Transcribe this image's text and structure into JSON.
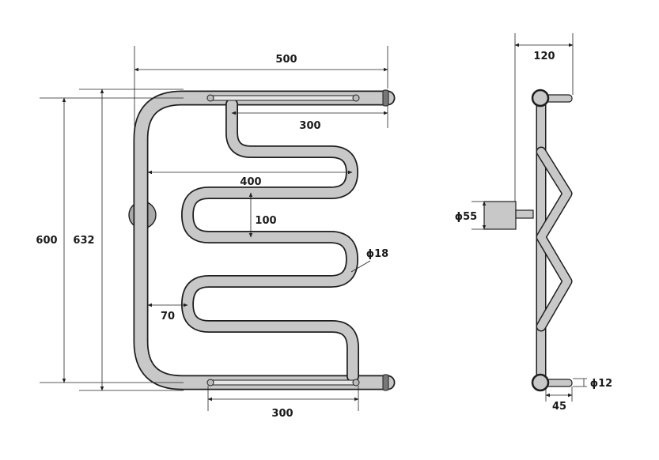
{
  "colors": {
    "pipe_fill": "#c8c8c8",
    "outline": "#1e1e1e",
    "dimension": "#222222"
  },
  "front_view": {
    "width_total": "500",
    "bar_top_length": "300",
    "bar_bottom_length": "300",
    "height_axis": "600",
    "height_total": "632",
    "coil_width": "400",
    "coil_pitch": "100",
    "tube_diameter": "ϕ18",
    "wall_offset": "70"
  },
  "side_view": {
    "depth": "120",
    "flange_diameter": "ϕ55",
    "bracket_diameter": "ϕ12",
    "bracket_length": "45"
  }
}
